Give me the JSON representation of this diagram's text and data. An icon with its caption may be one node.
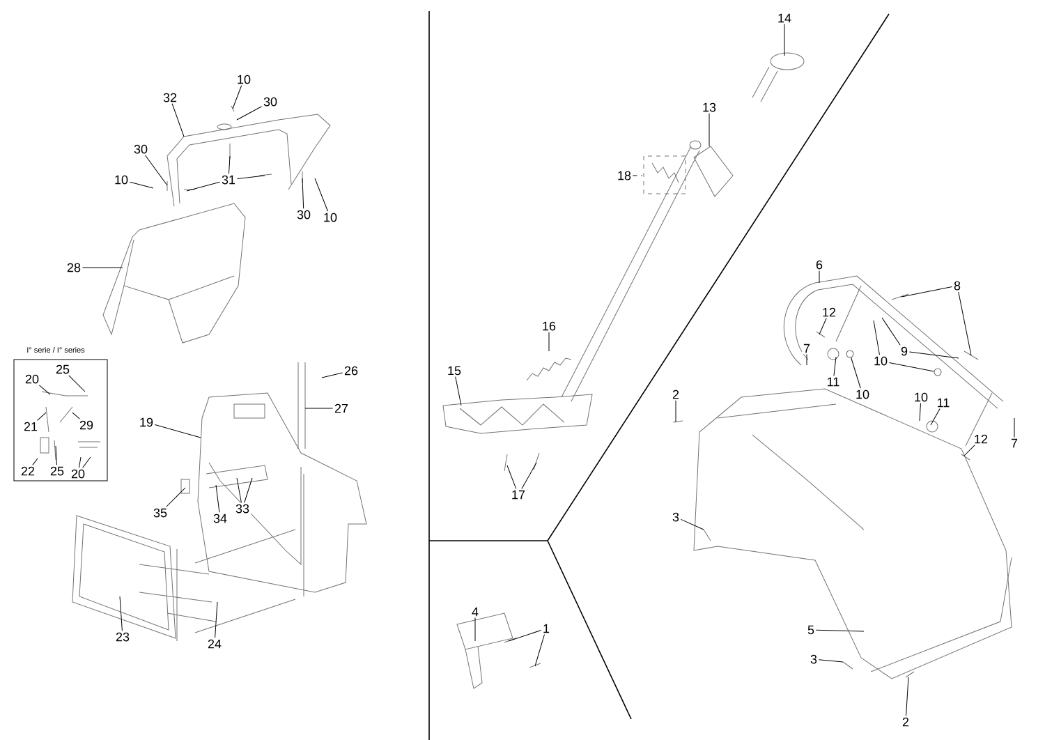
{
  "diagram": {
    "nodes": [
      {
        "text": [
          "10"
        ]
      },
      {
        "text": [
          "30"
        ]
      },
      {
        "text": [
          "32"
        ]
      },
      {
        "text": [
          "30"
        ]
      },
      {
        "text": [
          "10"
        ]
      },
      {
        "text": [
          "31"
        ]
      },
      {
        "text": [
          "30"
        ]
      },
      {
        "text": [
          "10"
        ]
      },
      {
        "text": [
          "28"
        ]
      },
      {
        "text": [
          "I° serie / I° series"
        ]
      },
      {
        "text": [
          "25"
        ],
        "in": 9
      },
      {
        "text": [
          "20"
        ],
        "in": 9
      },
      {
        "text": [
          "21"
        ],
        "in": 9
      },
      {
        "text": [
          "29"
        ],
        "in": 9
      },
      {
        "text": [
          "22"
        ],
        "in": 9
      },
      {
        "text": [
          "25"
        ],
        "in": 9
      },
      {
        "text": [
          "20"
        ],
        "in": 9
      },
      {
        "text": [
          "26"
        ]
      },
      {
        "text": [
          "27"
        ]
      },
      {
        "text": [
          "19"
        ]
      },
      {
        "text": [
          "35"
        ]
      },
      {
        "text": [
          "34"
        ]
      },
      {
        "text": [
          "33"
        ]
      },
      {
        "text": [
          "23"
        ]
      },
      {
        "text": [
          "24"
        ]
      },
      {
        "text": [
          "14"
        ]
      },
      {
        "text": [
          "13"
        ]
      },
      {
        "text": [
          "18"
        ]
      },
      {
        "text": [
          "16"
        ]
      },
      {
        "text": [
          "15"
        ]
      },
      {
        "text": [
          "17"
        ]
      },
      {
        "text": [
          "6"
        ]
      },
      {
        "text": [
          "8"
        ]
      },
      {
        "text": [
          "12"
        ]
      },
      {
        "text": [
          "7"
        ]
      },
      {
        "text": [
          "9"
        ]
      },
      {
        "text": [
          "10"
        ]
      },
      {
        "text": [
          "11"
        ]
      },
      {
        "text": [
          "10"
        ]
      },
      {
        "text": [
          "2"
        ]
      },
      {
        "text": [
          "10"
        ]
      },
      {
        "text": [
          "11"
        ]
      },
      {
        "text": [
          "12"
        ]
      },
      {
        "text": [
          "7"
        ]
      },
      {
        "text": [
          "3"
        ]
      },
      {
        "text": [
          "4"
        ]
      },
      {
        "text": [
          "1"
        ]
      },
      {
        "text": [
          "5"
        ]
      },
      {
        "text": [
          "3"
        ]
      },
      {
        "text": [
          "2"
        ]
      },
      {
        "text": [],
        "shape": "circle"
      },
      {
        "text": [],
        "shape": "circle"
      }
    ],
    "edges": [
      {
        "from": 0,
        "to": null,
        "arrow": "none"
      },
      {
        "from": 1,
        "to": null,
        "arrow": "none"
      },
      {
        "from": 2,
        "to": null,
        "arrow": "none"
      },
      {
        "from": 3,
        "to": null,
        "arrow": "none"
      },
      {
        "from": 4,
        "to": null,
        "arrow": "none"
      },
      {
        "from": 5,
        "to": null,
        "arrow": "none"
      },
      {
        "from": 5,
        "to": null,
        "arrow": "none"
      },
      {
        "from": 5,
        "to": null,
        "arrow": "none"
      },
      {
        "from": 6,
        "to": null,
        "arrow": "none"
      },
      {
        "from": 7,
        "to": null,
        "arrow": "none"
      },
      {
        "from": 8,
        "to": null,
        "arrow": "none"
      },
      {
        "from": 10,
        "to": null,
        "arrow": "none"
      },
      {
        "from": 11,
        "to": null,
        "arrow": "none"
      },
      {
        "from": 12,
        "to": null,
        "arrow": "none"
      },
      {
        "from": 13,
        "to": null,
        "arrow": "none"
      },
      {
        "from": 14,
        "to": null,
        "arrow": "none"
      },
      {
        "from": 15,
        "to": null,
        "arrow": "none"
      },
      {
        "from": 16,
        "to": null,
        "arrow": "none"
      },
      {
        "from": 16,
        "to": null,
        "arrow": "none"
      },
      {
        "from": 17,
        "to": null,
        "arrow": "none"
      },
      {
        "from": 18,
        "to": null,
        "arrow": "none"
      },
      {
        "from": 19,
        "to": null,
        "arrow": "none"
      },
      {
        "from": 20,
        "to": null,
        "arrow": "none"
      },
      {
        "from": 21,
        "to": null,
        "arrow": "none"
      },
      {
        "from": 22,
        "to": null,
        "arrow": "none"
      },
      {
        "from": 22,
        "to": null,
        "arrow": "none"
      },
      {
        "from": 23,
        "to": null,
        "arrow": "none"
      },
      {
        "from": 24,
        "to": null,
        "arrow": "none"
      },
      {
        "from": 25,
        "to": null,
        "arrow": "none"
      },
      {
        "from": 26,
        "to": null,
        "arrow": "none"
      },
      {
        "from": 27,
        "to": null,
        "arrow": "none",
        "style": "dashed"
      },
      {
        "from": 28,
        "to": null,
        "arrow": "none"
      },
      {
        "from": 29,
        "to": null,
        "arrow": "none"
      },
      {
        "from": 30,
        "to": null,
        "arrow": "none"
      },
      {
        "from": 30,
        "to": null,
        "arrow": "none"
      },
      {
        "from": 31,
        "to": null,
        "arrow": "none"
      },
      {
        "from": 32,
        "to": null,
        "arrow": "none"
      },
      {
        "from": 32,
        "to": null,
        "arrow": "none"
      },
      {
        "from": 33,
        "to": null,
        "arrow": "none"
      },
      {
        "from": 34,
        "to": null,
        "arrow": "none"
      },
      {
        "from": 35,
        "to": null,
        "arrow": "none"
      },
      {
        "from": 35,
        "to": null,
        "arrow": "none"
      },
      {
        "from": 36,
        "to": null,
        "arrow": "none"
      },
      {
        "from": 36,
        "to": 50,
        "arrow": "none"
      },
      {
        "from": 37,
        "to": null,
        "arrow": "none"
      },
      {
        "from": 38,
        "to": 51,
        "arrow": "none"
      },
      {
        "from": 39,
        "to": null,
        "arrow": "none"
      },
      {
        "from": 40,
        "to": null,
        "arrow": "none"
      },
      {
        "from": 41,
        "to": null,
        "arrow": "none"
      },
      {
        "from": 42,
        "to": null,
        "arrow": "none"
      },
      {
        "from": 43,
        "to": null,
        "arrow": "none"
      },
      {
        "from": 44,
        "to": null,
        "arrow": "none"
      },
      {
        "from": 45,
        "to": null,
        "arrow": "none"
      },
      {
        "from": 46,
        "to": null,
        "arrow": "none"
      },
      {
        "from": 46,
        "to": null,
        "arrow": "none"
      },
      {
        "from": 47,
        "to": null,
        "arrow": "none"
      },
      {
        "from": 48,
        "to": null,
        "arrow": "none"
      },
      {
        "from": 49,
        "to": null,
        "arrow": "none"
      }
    ]
  }
}
